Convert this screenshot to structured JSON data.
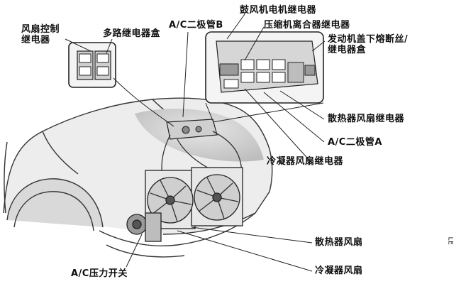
{
  "labels": {
    "fan_control_relay": [
      "风扇控制",
      "继电器"
    ],
    "multi_relay_box": "多路继电器盒",
    "ac_diode_b": "A/C二极管B",
    "blower_motor_relay": "鼓风机电机继电器",
    "compressor_clutch_relay": "压缩机离合器继电器",
    "underhood_fuse_relay_box": [
      "发动机盖下熔断丝/",
      "继电器盒"
    ],
    "radiator_fan_relay": "散热器风扇继电器",
    "ac_diode_a": "A/C二极管A",
    "condenser_fan_relay": "冷凝器风扇继电器",
    "radiator_fan": "散热器风扇",
    "condenser_fan": "冷凝器风扇",
    "ac_pressure_switch": "A/C压力开关"
  },
  "corner_mark": "LE"
}
